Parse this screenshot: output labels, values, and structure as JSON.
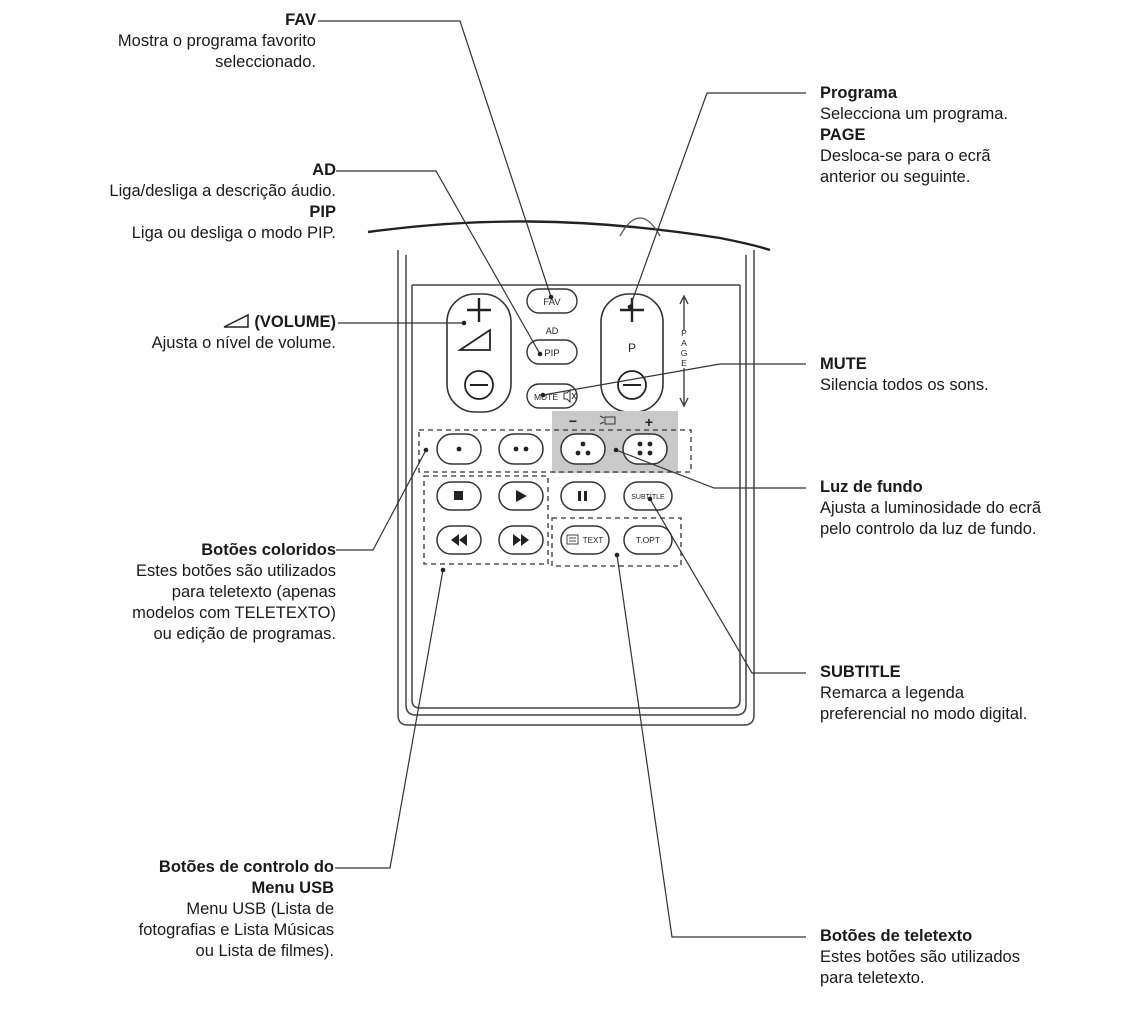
{
  "labels": {
    "fav": {
      "title": "FAV",
      "desc": [
        "Mostra o programa favorito",
        "seleccionado."
      ]
    },
    "ad": {
      "title": "AD",
      "desc": [
        "Liga/desliga a descrição áudio."
      ]
    },
    "pip": {
      "title": "PIP",
      "desc": [
        "Liga ou desliga o modo PIP."
      ]
    },
    "volume": {
      "title": "(VOLUME)",
      "desc": [
        "Ajusta o nível de volume."
      ]
    },
    "coloured": {
      "title": "Botões coloridos",
      "desc": [
        "Estes botões são utilizados",
        "para teletexto (apenas",
        "modelos com TELETEXTO)",
        "ou edição de programas."
      ]
    },
    "usb": {
      "title": [
        "Botões de controlo do",
        "Menu USB"
      ],
      "desc": [
        "Menu USB (Lista de",
        "fotografias e Lista Músicas",
        "ou Lista de filmes)."
      ]
    },
    "programa": {
      "title": "Programa",
      "desc": [
        "Selecciona um programa."
      ]
    },
    "page": {
      "title": "PAGE",
      "desc": [
        "Desloca-se para o ecrã",
        "anterior ou seguinte."
      ]
    },
    "mute": {
      "title": "MUTE",
      "desc": [
        "Silencia todos os sons."
      ]
    },
    "luz": {
      "title": "Luz de fundo",
      "desc": [
        "Ajusta a luminosidade do ecrã",
        "pelo controlo da luz de fundo."
      ]
    },
    "subtitle": {
      "title": "SUBTITLE",
      "desc": [
        "Remarca a legenda",
        "preferencial no modo digital."
      ]
    },
    "teletexto": {
      "title": "Botões de teletexto",
      "desc": [
        "Estes botões são utilizados",
        "para teletexto."
      ]
    }
  },
  "remote": {
    "fav_btn": "FAV",
    "ad_small": "AD",
    "pip_btn": "PIP",
    "mute_btn": "MUTE",
    "p_label": "P",
    "page_letters": [
      "P",
      "A",
      "G",
      "E"
    ],
    "backlight_minus": "−",
    "backlight_plus": "+",
    "subtitle_btn": "SUBTITLE",
    "text_btn": "TEXT",
    "topt_btn": "T.OPT"
  },
  "icons": [
    "volume-triangle-icon",
    "plus-icon",
    "minus-icon",
    "stop-icon",
    "play-icon",
    "pause-icon",
    "rewind-icon",
    "fast-forward-icon",
    "mute-speaker-icon",
    "backlight-icon",
    "text-icon"
  ]
}
